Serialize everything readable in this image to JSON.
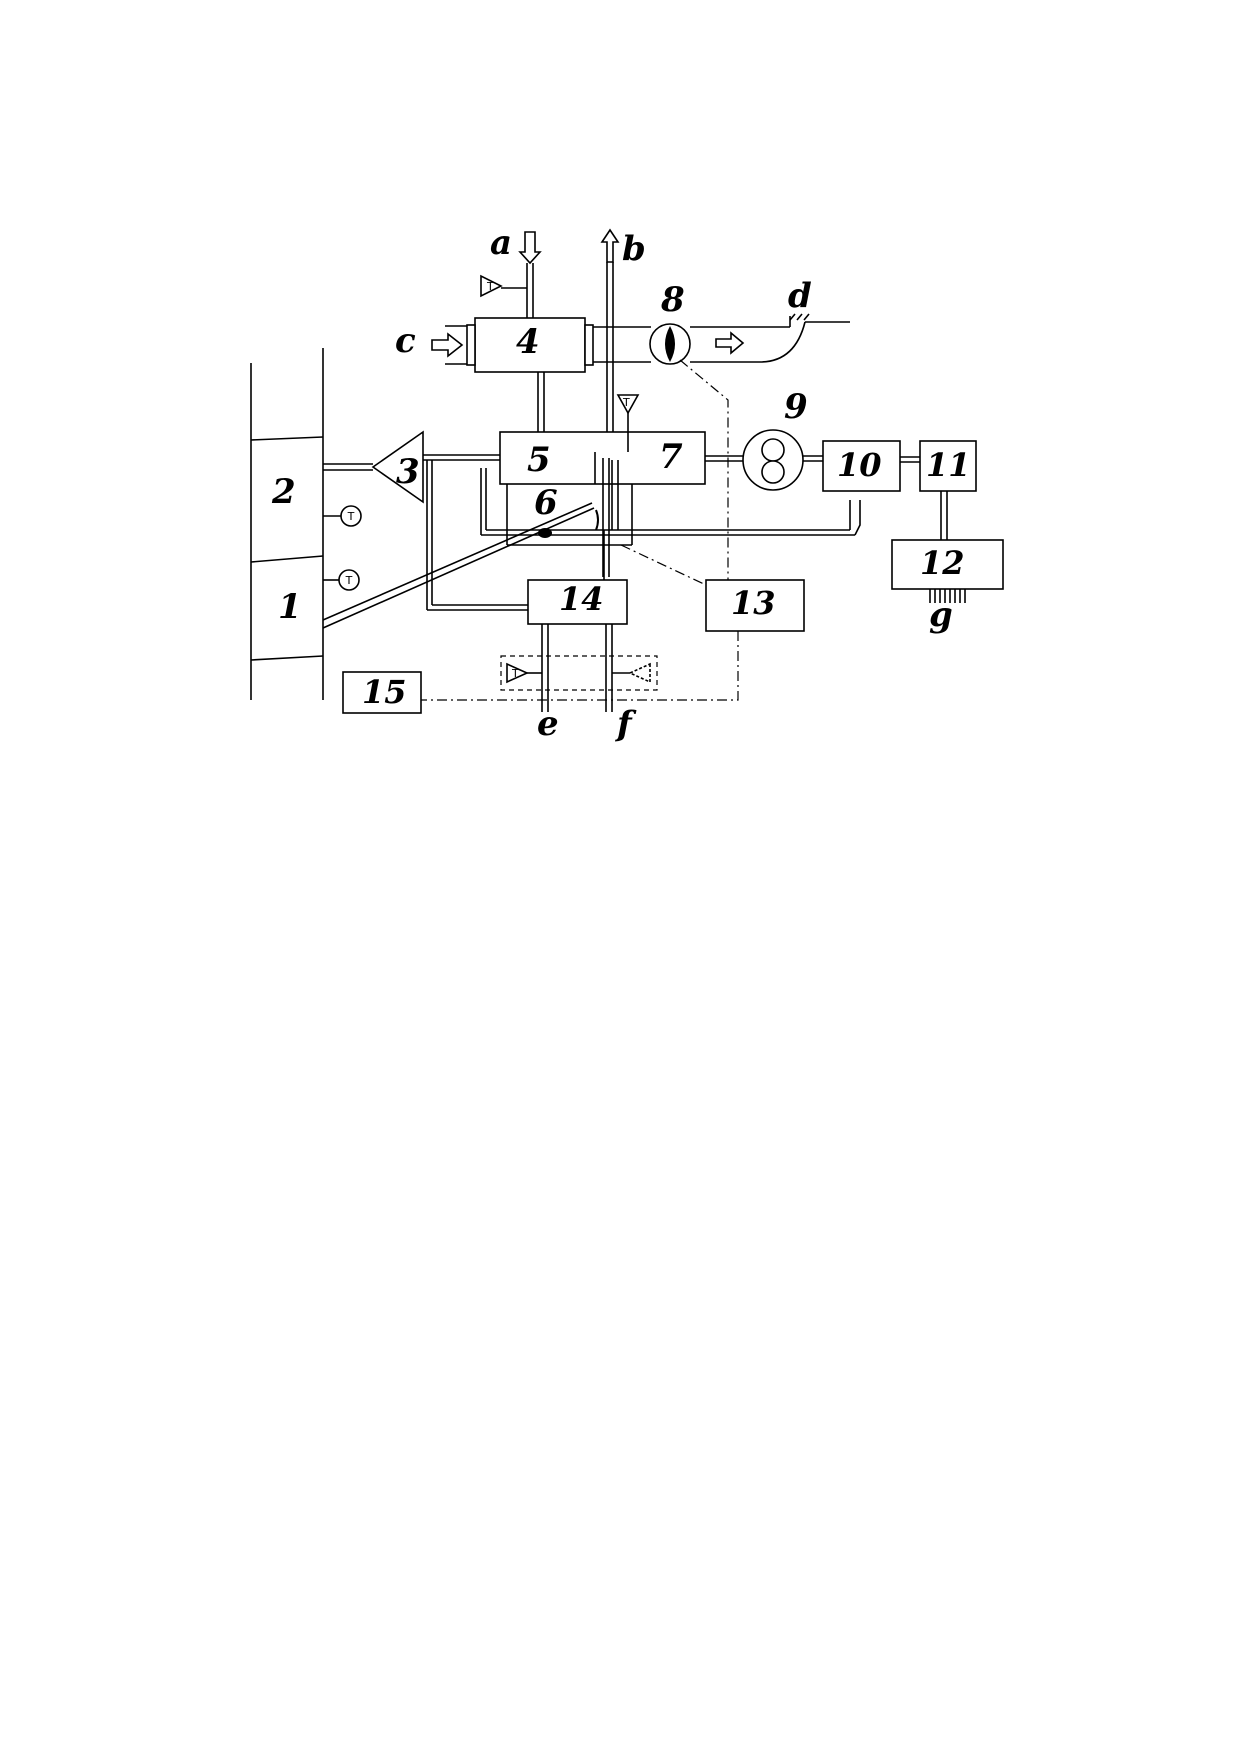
{
  "components": {
    "c1": "1",
    "c2": "2",
    "c3": "3",
    "c4": "4",
    "c5": "5",
    "c6": "6",
    "c7": "7",
    "c8": "8",
    "c9": "9",
    "c10": "10",
    "c11": "11",
    "c12": "12",
    "c13": "13",
    "c14": "14",
    "c15": "15"
  },
  "streams": {
    "a": "a",
    "b": "b",
    "c": "c",
    "d": "d",
    "e": "e",
    "f": "f",
    "g": "g"
  },
  "sensor_symbol": "T"
}
